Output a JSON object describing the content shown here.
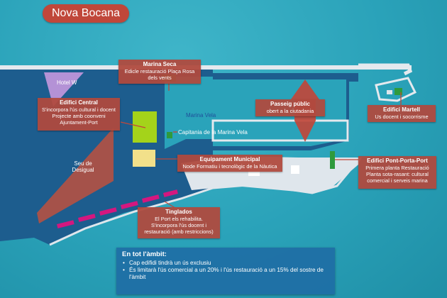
{
  "page_title": "Nova Bocana",
  "map_labels": {
    "hotel": "Hotel W",
    "marina": "Marina Vela",
    "seu_line1": "Seu de",
    "seu_line2": "Desigual",
    "capitania": "Capitania de la Marina Vela"
  },
  "callouts": {
    "marina_seca": {
      "title": "Marina Seca",
      "lines": [
        "Edicle restauració Plaça Rosa",
        "dels vents"
      ]
    },
    "edifici_central": {
      "title": "Edifici Central",
      "lines": [
        "S'incorpora l'ús cultural i docent",
        "Projecte amb coonveni",
        "Ajuntament-Port"
      ]
    },
    "passeig": {
      "title": "Passeig públic",
      "lines": [
        "obert a la ciutadania"
      ]
    },
    "martell": {
      "title": "Edifici Martell",
      "lines": [
        "Us docent i socorrisme"
      ]
    },
    "equipament": {
      "title": "Equipament Municipal",
      "lines": [
        "Node Formatiu i tecnològic de la Nàutica"
      ]
    },
    "pont_porta": {
      "title": "Edifici Pont-Porta-Port",
      "lines": [
        "Primera planta Restauració",
        "Planta sota-rasant: cultural",
        "comercial i serveis marina"
      ]
    },
    "tinglados": {
      "title": "Tinglados",
      "lines": [
        "El Port els rehabilita.",
        "S'incorpora l'ús docent i",
        "restauració (amb restriccions)"
      ]
    }
  },
  "summary": {
    "title": "En tot l'àmbit:",
    "bullets": [
      "Cap edifidi tindrà un ús exclusiu",
      "És limitarà l'ús comercial a un 20% i l'ús restauració a un 15% del sostre de l'àmbit"
    ]
  },
  "colors": {
    "land": "#1d5d8e",
    "dock": "#dfe6ec",
    "callout": "#b0493e",
    "building_green": "#2f9a3c",
    "hotel_purple": "#b492d6",
    "seu_red": "#a5524a",
    "tinglados_magenta": "#d4177f",
    "central_green": "#a4d31a",
    "equip_yellow": "#f2e08a"
  }
}
